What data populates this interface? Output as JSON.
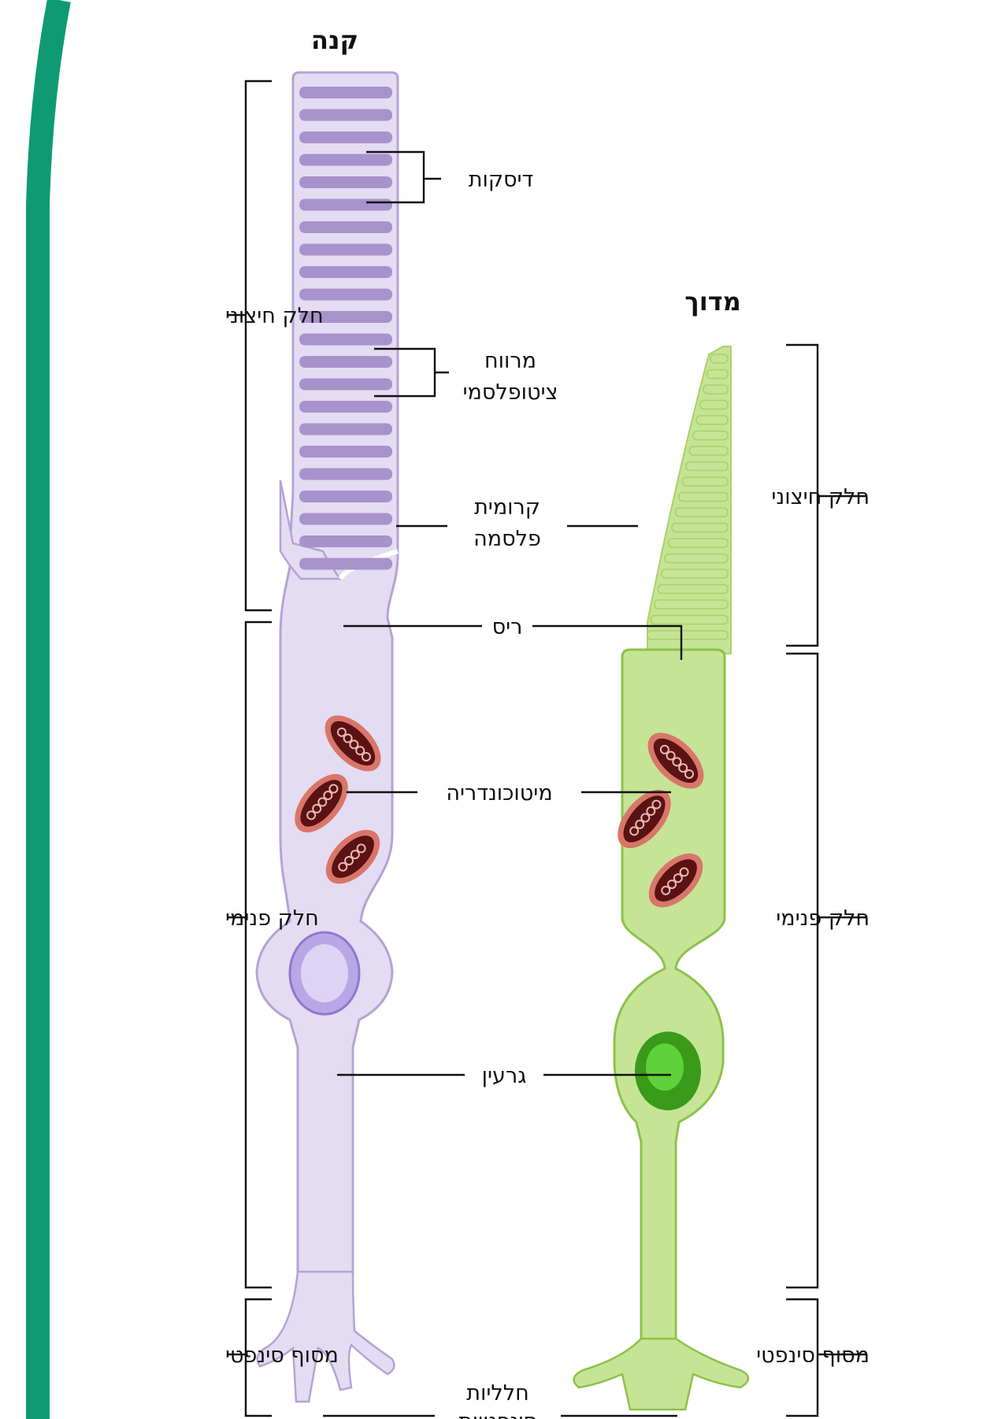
{
  "colors": {
    "frame": "#0f9a73",
    "rod_fill": "#e4dcf2",
    "rod_stroke": "#b3a4d4",
    "rod_disc": "#a793cc",
    "cone_fill": "#c6e495",
    "cone_stroke": "#8bc34a",
    "cone_nucleus": "#3a9a1a",
    "mito_outer": "#d9766a",
    "mito_inner": "#5a1212"
  },
  "rod": {
    "title": "קנה"
  },
  "cone": {
    "title": "מדוך"
  },
  "labels": {
    "discs": "דיסקות",
    "cyto_space_1": "מרווח",
    "cyto_space_2": "ציטופלסמי",
    "membrane_1": "קרומית",
    "membrane_2": "פלסמה",
    "cilium": "ריס",
    "mitochondria": "מיטוכונדריה",
    "nucleus": "גרעין",
    "vesicles_1": "חלליות",
    "vesicles_2": "סינפטיות"
  },
  "sections": {
    "rod_outer": "חלק חיצוני",
    "rod_inner": "חלק פנימי",
    "rod_synaptic": "מסוף סינפטי",
    "cone_outer": "חלק חיצוני",
    "cone_inner": "חלק פנימי",
    "cone_synaptic": "מסוף סינפטי"
  }
}
